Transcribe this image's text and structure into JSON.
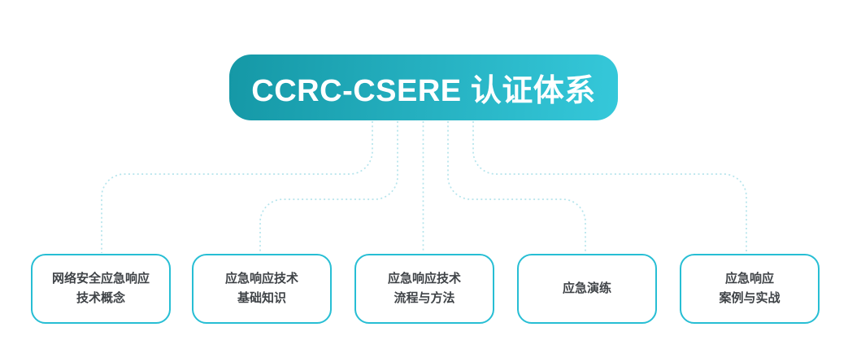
{
  "diagram": {
    "root": {
      "label": "CCRC-CSERE 认证体系"
    },
    "children": [
      {
        "label": "网络安全应急响应\n技术概念"
      },
      {
        "label": "应急响应技术\n基础知识"
      },
      {
        "label": "应急响应技术\n流程与方法"
      },
      {
        "label": "应急演练"
      },
      {
        "label": "应急响应\n案例与实战"
      }
    ],
    "colors": {
      "background": "#ffffff",
      "root_gradient_start": "#1598a6",
      "root_gradient_end": "#35c8da",
      "root_text": "#ffffff",
      "node_border": "#27bed4",
      "node_text": "#3f4347",
      "connector": "#b5e4ec"
    }
  }
}
